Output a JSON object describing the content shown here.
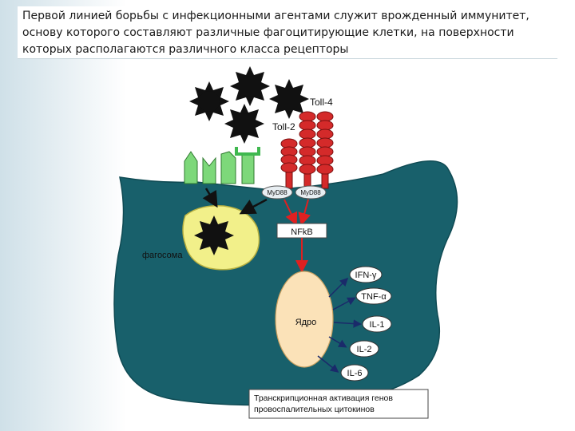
{
  "slide": {
    "title_lines": [
      "Первой линией борьбы с инфекционными агентами служит врожденный иммунитет,",
      "основу которого составляют различные фагоцитирующие клетки, на поверхности",
      "которых располагаются различного класса рецепторы"
    ]
  },
  "diagram": {
    "toll4_label": "Toll-4",
    "toll2_label": "Toll-2",
    "myd88_left": "MyD88",
    "myd88_right": "MyD88",
    "nfkb_label": "NFkB",
    "phagosome_label": "фагосома",
    "nucleus_label": "Ядро",
    "cytokines": [
      "IFN-γ",
      "TNF-α",
      "IL-1",
      "IL-2",
      "IL-6"
    ],
    "caption_lines": [
      "Транскрипционная активация генов",
      "провоспалительных цитокинов"
    ]
  },
  "colors": {
    "cell": "#18606b",
    "phagosome": "#f2f08a",
    "nucleus": "#fbe2b8",
    "receptor": "#d42a2a",
    "green_receptor": "#7dd87a",
    "pathogen": "#111111"
  }
}
